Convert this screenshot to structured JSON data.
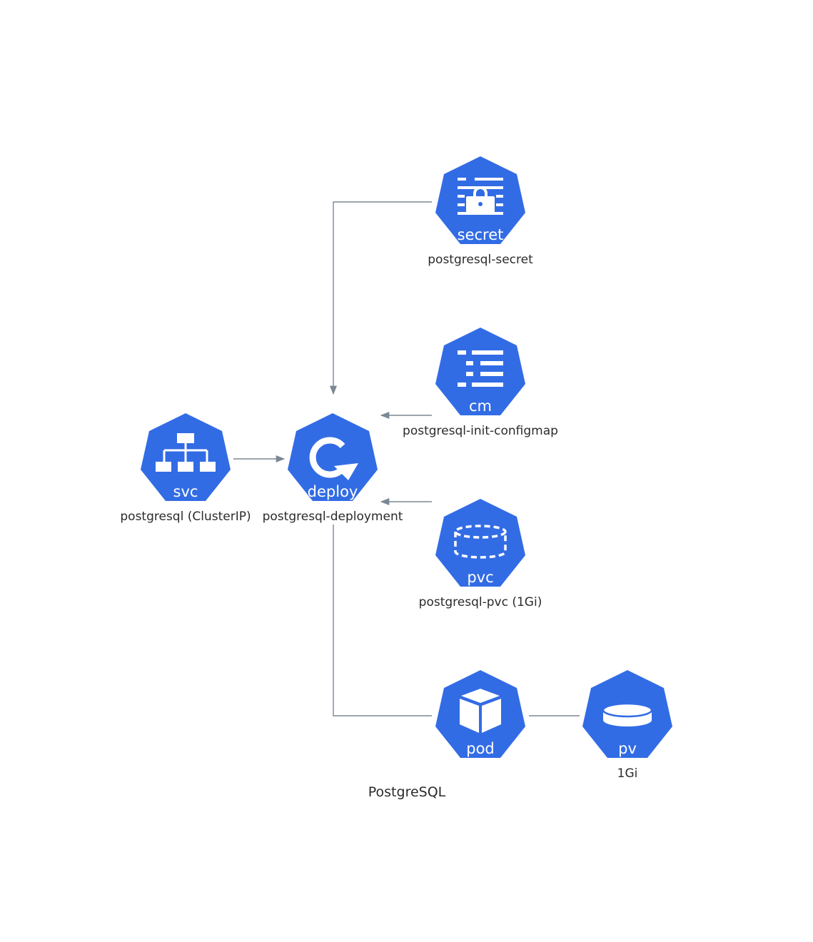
{
  "cluster": {
    "label": "PostgreSQL"
  },
  "nodes": {
    "secret": {
      "kind": "secret",
      "caption": "postgresql-secret"
    },
    "cm": {
      "kind": "cm",
      "caption": "postgresql-init-configmap"
    },
    "svc": {
      "kind": "svc",
      "caption": "postgresql (ClusterIP)"
    },
    "deploy": {
      "kind": "deploy",
      "caption": "postgresql-deployment"
    },
    "pvc": {
      "kind": "pvc",
      "caption": "postgresql-pvc (1Gi)"
    },
    "pod": {
      "kind": "pod",
      "caption": ""
    },
    "pv": {
      "kind": "pv",
      "caption": "1Gi"
    }
  },
  "edges": [
    {
      "from": "secret",
      "to": "deploy",
      "arrow": true
    },
    {
      "from": "cm",
      "to": "deploy",
      "arrow": true
    },
    {
      "from": "svc",
      "to": "deploy",
      "arrow": true
    },
    {
      "from": "pvc",
      "to": "deploy",
      "arrow": true
    },
    {
      "from": "deploy",
      "to": "pod",
      "arrow": false
    },
    {
      "from": "pod",
      "to": "pv",
      "arrow": false
    }
  ],
  "colors": {
    "node_fill": "#326ce5",
    "edge": "#7b8794",
    "text": "#2b2b2b"
  }
}
